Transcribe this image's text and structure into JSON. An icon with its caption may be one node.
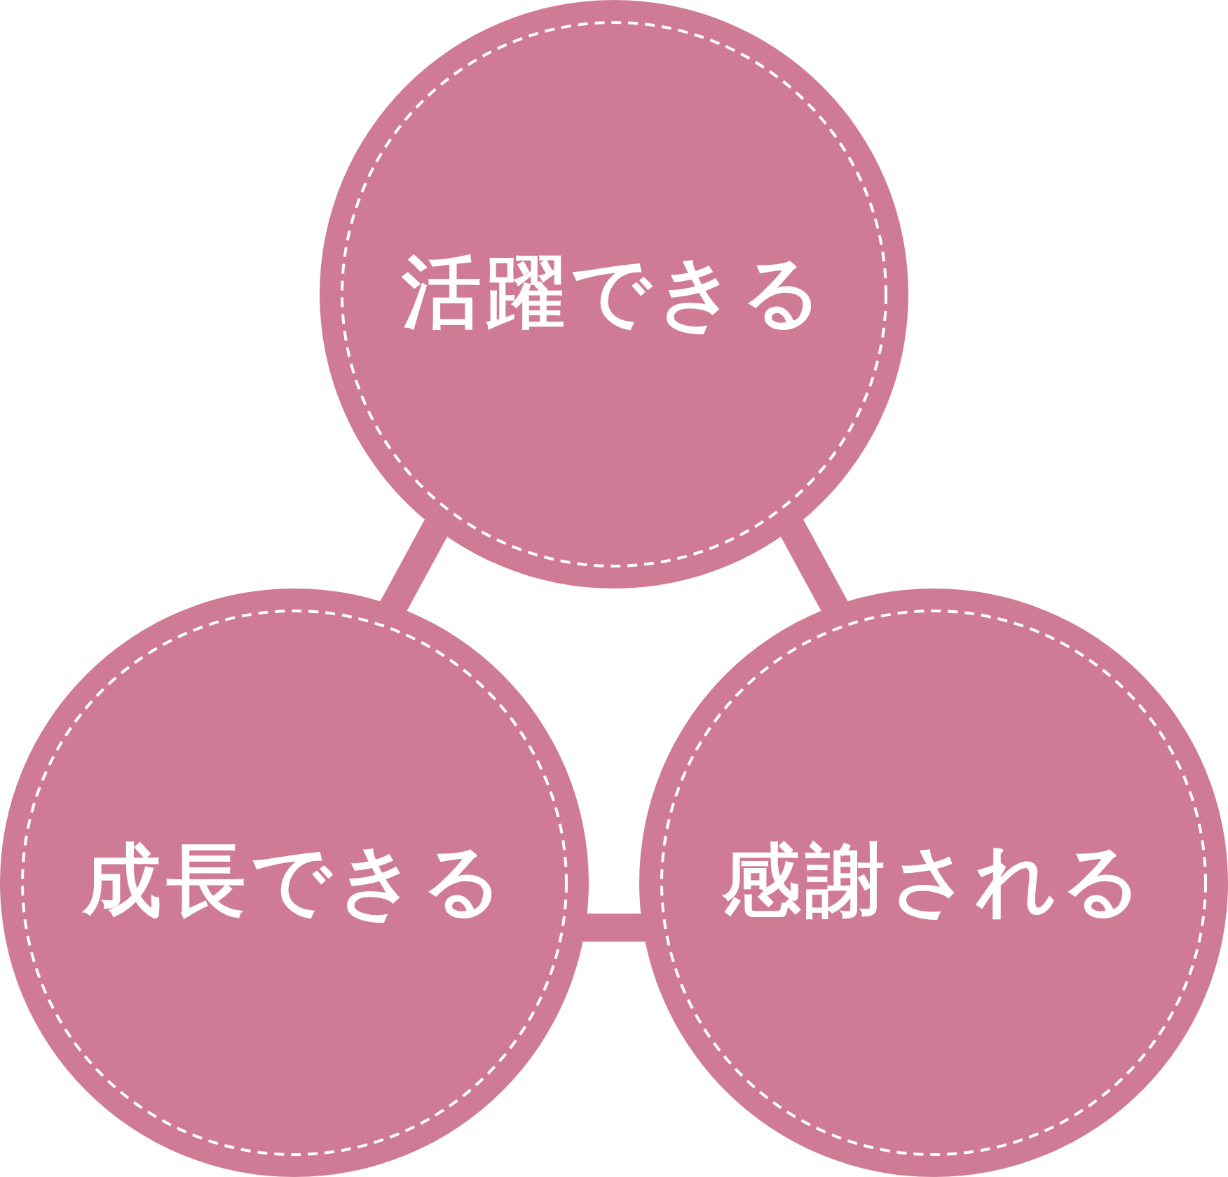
{
  "diagram": {
    "nodes": [
      {
        "text": [
          "活躍できる"
        ]
      },
      {
        "text": [
          "成長できる"
        ]
      },
      {
        "text": [
          "感謝される"
        ]
      }
    ],
    "edges": [
      {
        "from": 0,
        "to": 1,
        "arrow": "none"
      },
      {
        "from": 0,
        "to": 2,
        "arrow": "none"
      },
      {
        "from": 1,
        "to": 2,
        "arrow": "none"
      }
    ]
  }
}
